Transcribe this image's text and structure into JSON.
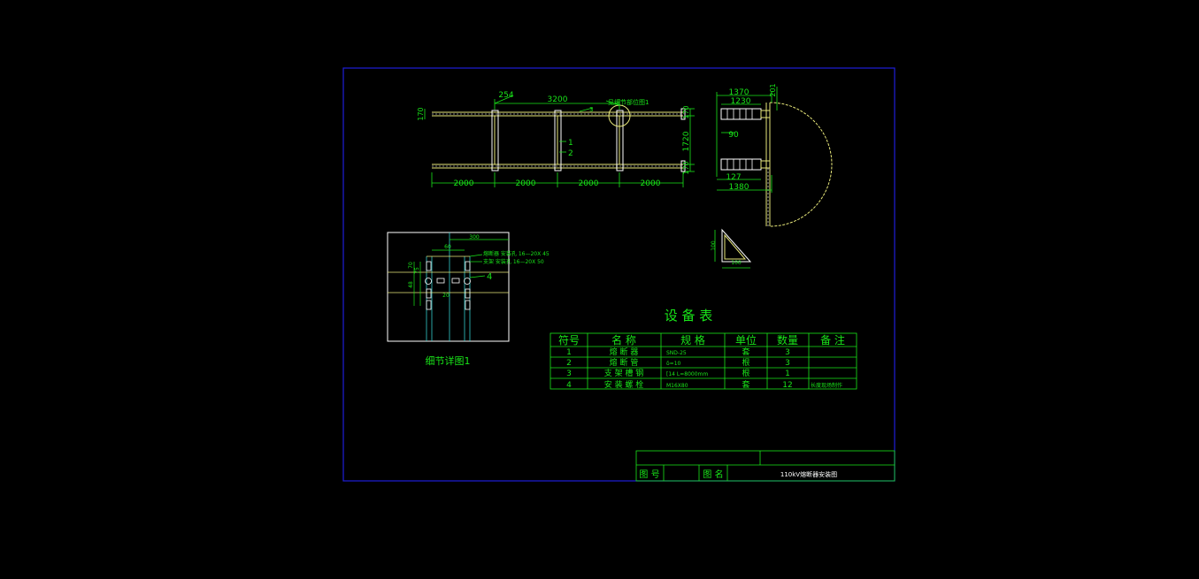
{
  "colors": {
    "background": "#000000",
    "frame": "#1f1fd8",
    "line": "#19e619",
    "yellow": "#e8e87a",
    "white": "#ffffff",
    "cyan": "#33cccc",
    "text": "#19e619"
  },
  "plan_view": {
    "dims_bottom": [
      "2000",
      "2000",
      "2000",
      "2000"
    ],
    "dim_top_span": "3200",
    "dim_top_small": "254",
    "dim_left": "170",
    "dim_right_top": "170",
    "dim_right_mid": "1720",
    "dim_right_bot": "170",
    "callout_1": "1",
    "callout_2": "2",
    "callout_3": "3",
    "detail_ref": "见细节部位图1"
  },
  "side_view": {
    "dim_1370": "1370",
    "dim_1230": "1230",
    "dim_201": "201",
    "dim_90": "90",
    "dim_127": "127",
    "dim_1380": "1380"
  },
  "bracket": {
    "dim_h": "100",
    "dim_w": "100"
  },
  "detail": {
    "caption": "细节详图1",
    "dim_300": "300",
    "dim_60": "60",
    "note_1": "熔断器 安装孔 16—20X 45",
    "note_2": "支架 安装孔 16—20X 50",
    "callout_4": "4",
    "dim_70": "70",
    "dim_48": "48",
    "dim_a": "75",
    "dim_b": "20"
  },
  "equipment_table": {
    "title": "设 备 表",
    "headers": [
      "符号",
      "名 称",
      "规 格",
      "单位",
      "数量",
      "备 注"
    ],
    "rows": [
      [
        "1",
        "熔 断 器",
        "SND-25",
        "套",
        "3",
        ""
      ],
      [
        "2",
        "熔 断 管",
        "δ=10",
        "根",
        "3",
        ""
      ],
      [
        "3",
        "支 架 槽 钢",
        "[14  L=8000mm",
        "根",
        "1",
        ""
      ],
      [
        "4",
        "安 装 螺 栓",
        "M16X80",
        "套",
        "12",
        "长度现场制作"
      ]
    ]
  },
  "title_block": {
    "drawing_no_label": "图 号",
    "drawing_no_value": "",
    "drawing_name_label": "图 名",
    "drawing_name_value": "110kV熔断器安装图"
  }
}
